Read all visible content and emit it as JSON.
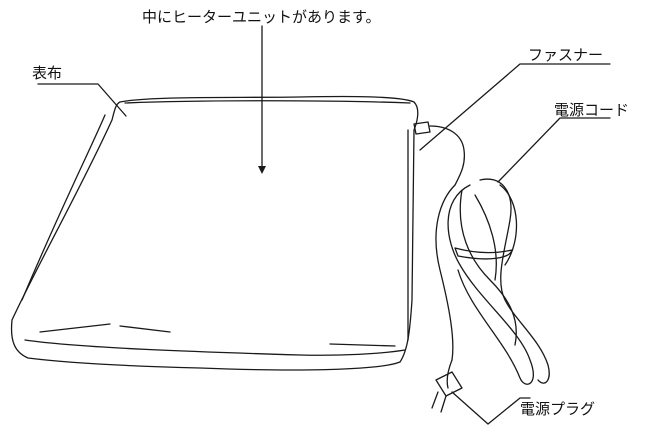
{
  "labels": {
    "heater_unit": "中にヒーターユニットがあります。",
    "cover": "表布",
    "zipper": "ファスナー",
    "power_cord": "電源コード",
    "power_plug": "電源プラグ"
  },
  "colors": {
    "line": "#1a1a1a",
    "background": "#ffffff"
  }
}
